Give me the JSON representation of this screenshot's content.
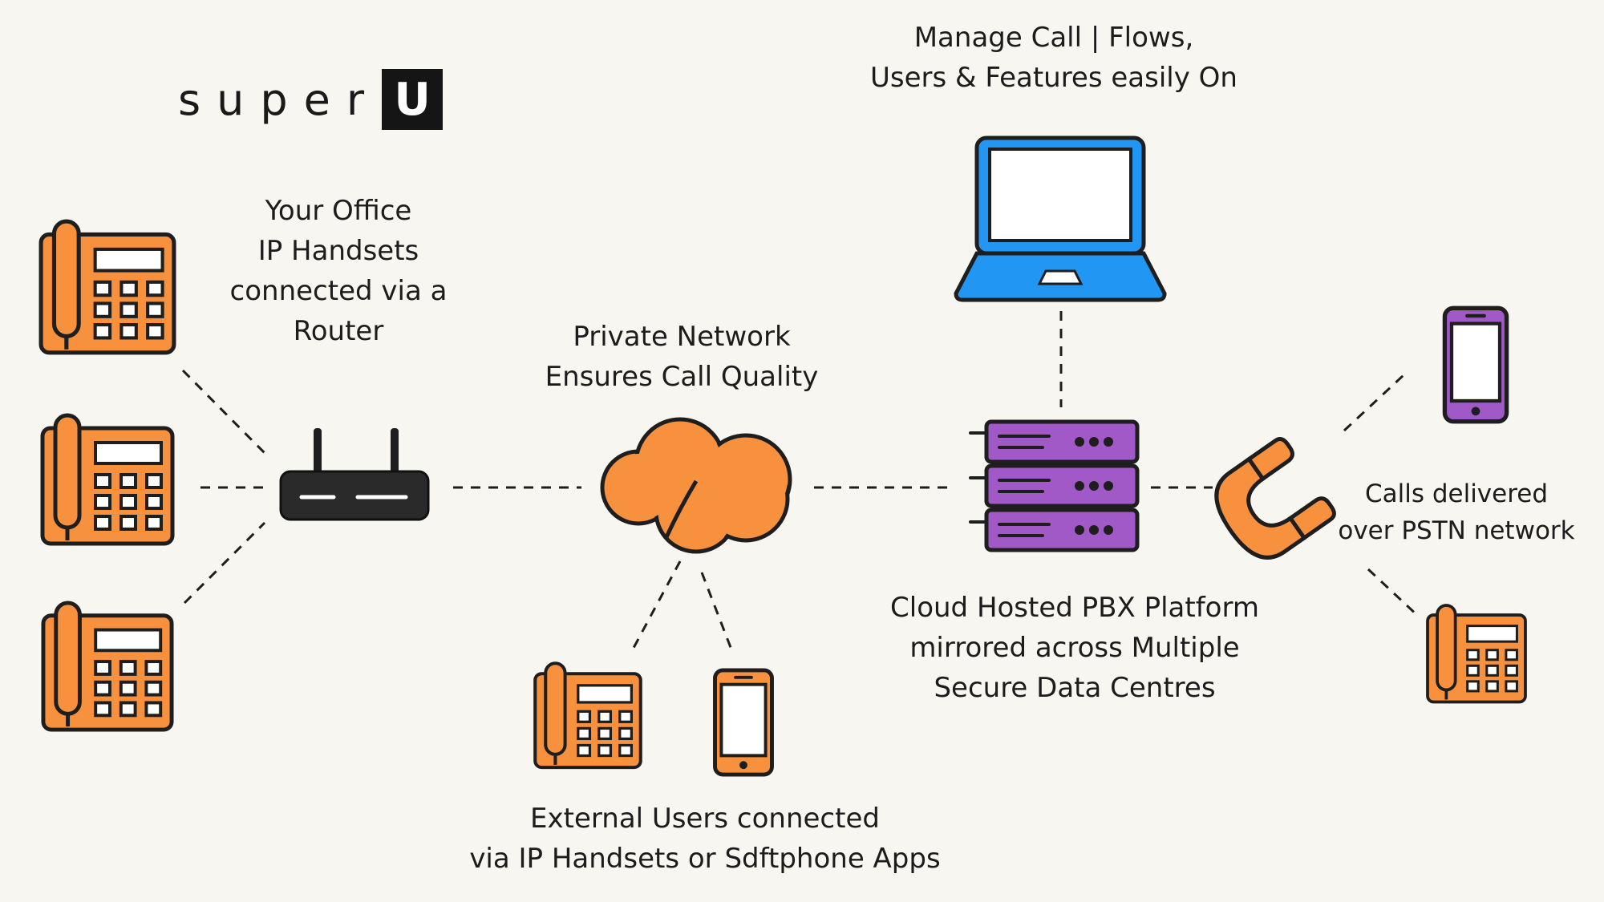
{
  "brand": {
    "text": "super",
    "box_letter": "U"
  },
  "labels": {
    "office": [
      "Your Office",
      "IP Handsets",
      "connected via a",
      "Router"
    ],
    "private_network": [
      "Private Network",
      "Ensures Call Quality"
    ],
    "manage": [
      "Manage Call | Flows,",
      "Users & Features easily On"
    ],
    "cloud_pbx": [
      "Cloud Hosted PBX Platform",
      "mirrored across Multiple",
      "Secure Data Centres"
    ],
    "pstn": [
      "Calls delivered",
      "over PSTN network"
    ],
    "external": [
      "External Users connected",
      "via IP Handsets or Sdftphone Apps"
    ]
  },
  "icons": [
    "desk-phone-icon",
    "router-icon",
    "cloud-icon",
    "laptop-icon",
    "server-rack-icon",
    "pstn-handset-icon",
    "mobile-phone-icon"
  ],
  "colors": {
    "orange": "#f7913d",
    "blue": "#2196f3",
    "purple": "#a259c8",
    "outline": "#1e1e1e",
    "background": "#f8f6f0"
  }
}
